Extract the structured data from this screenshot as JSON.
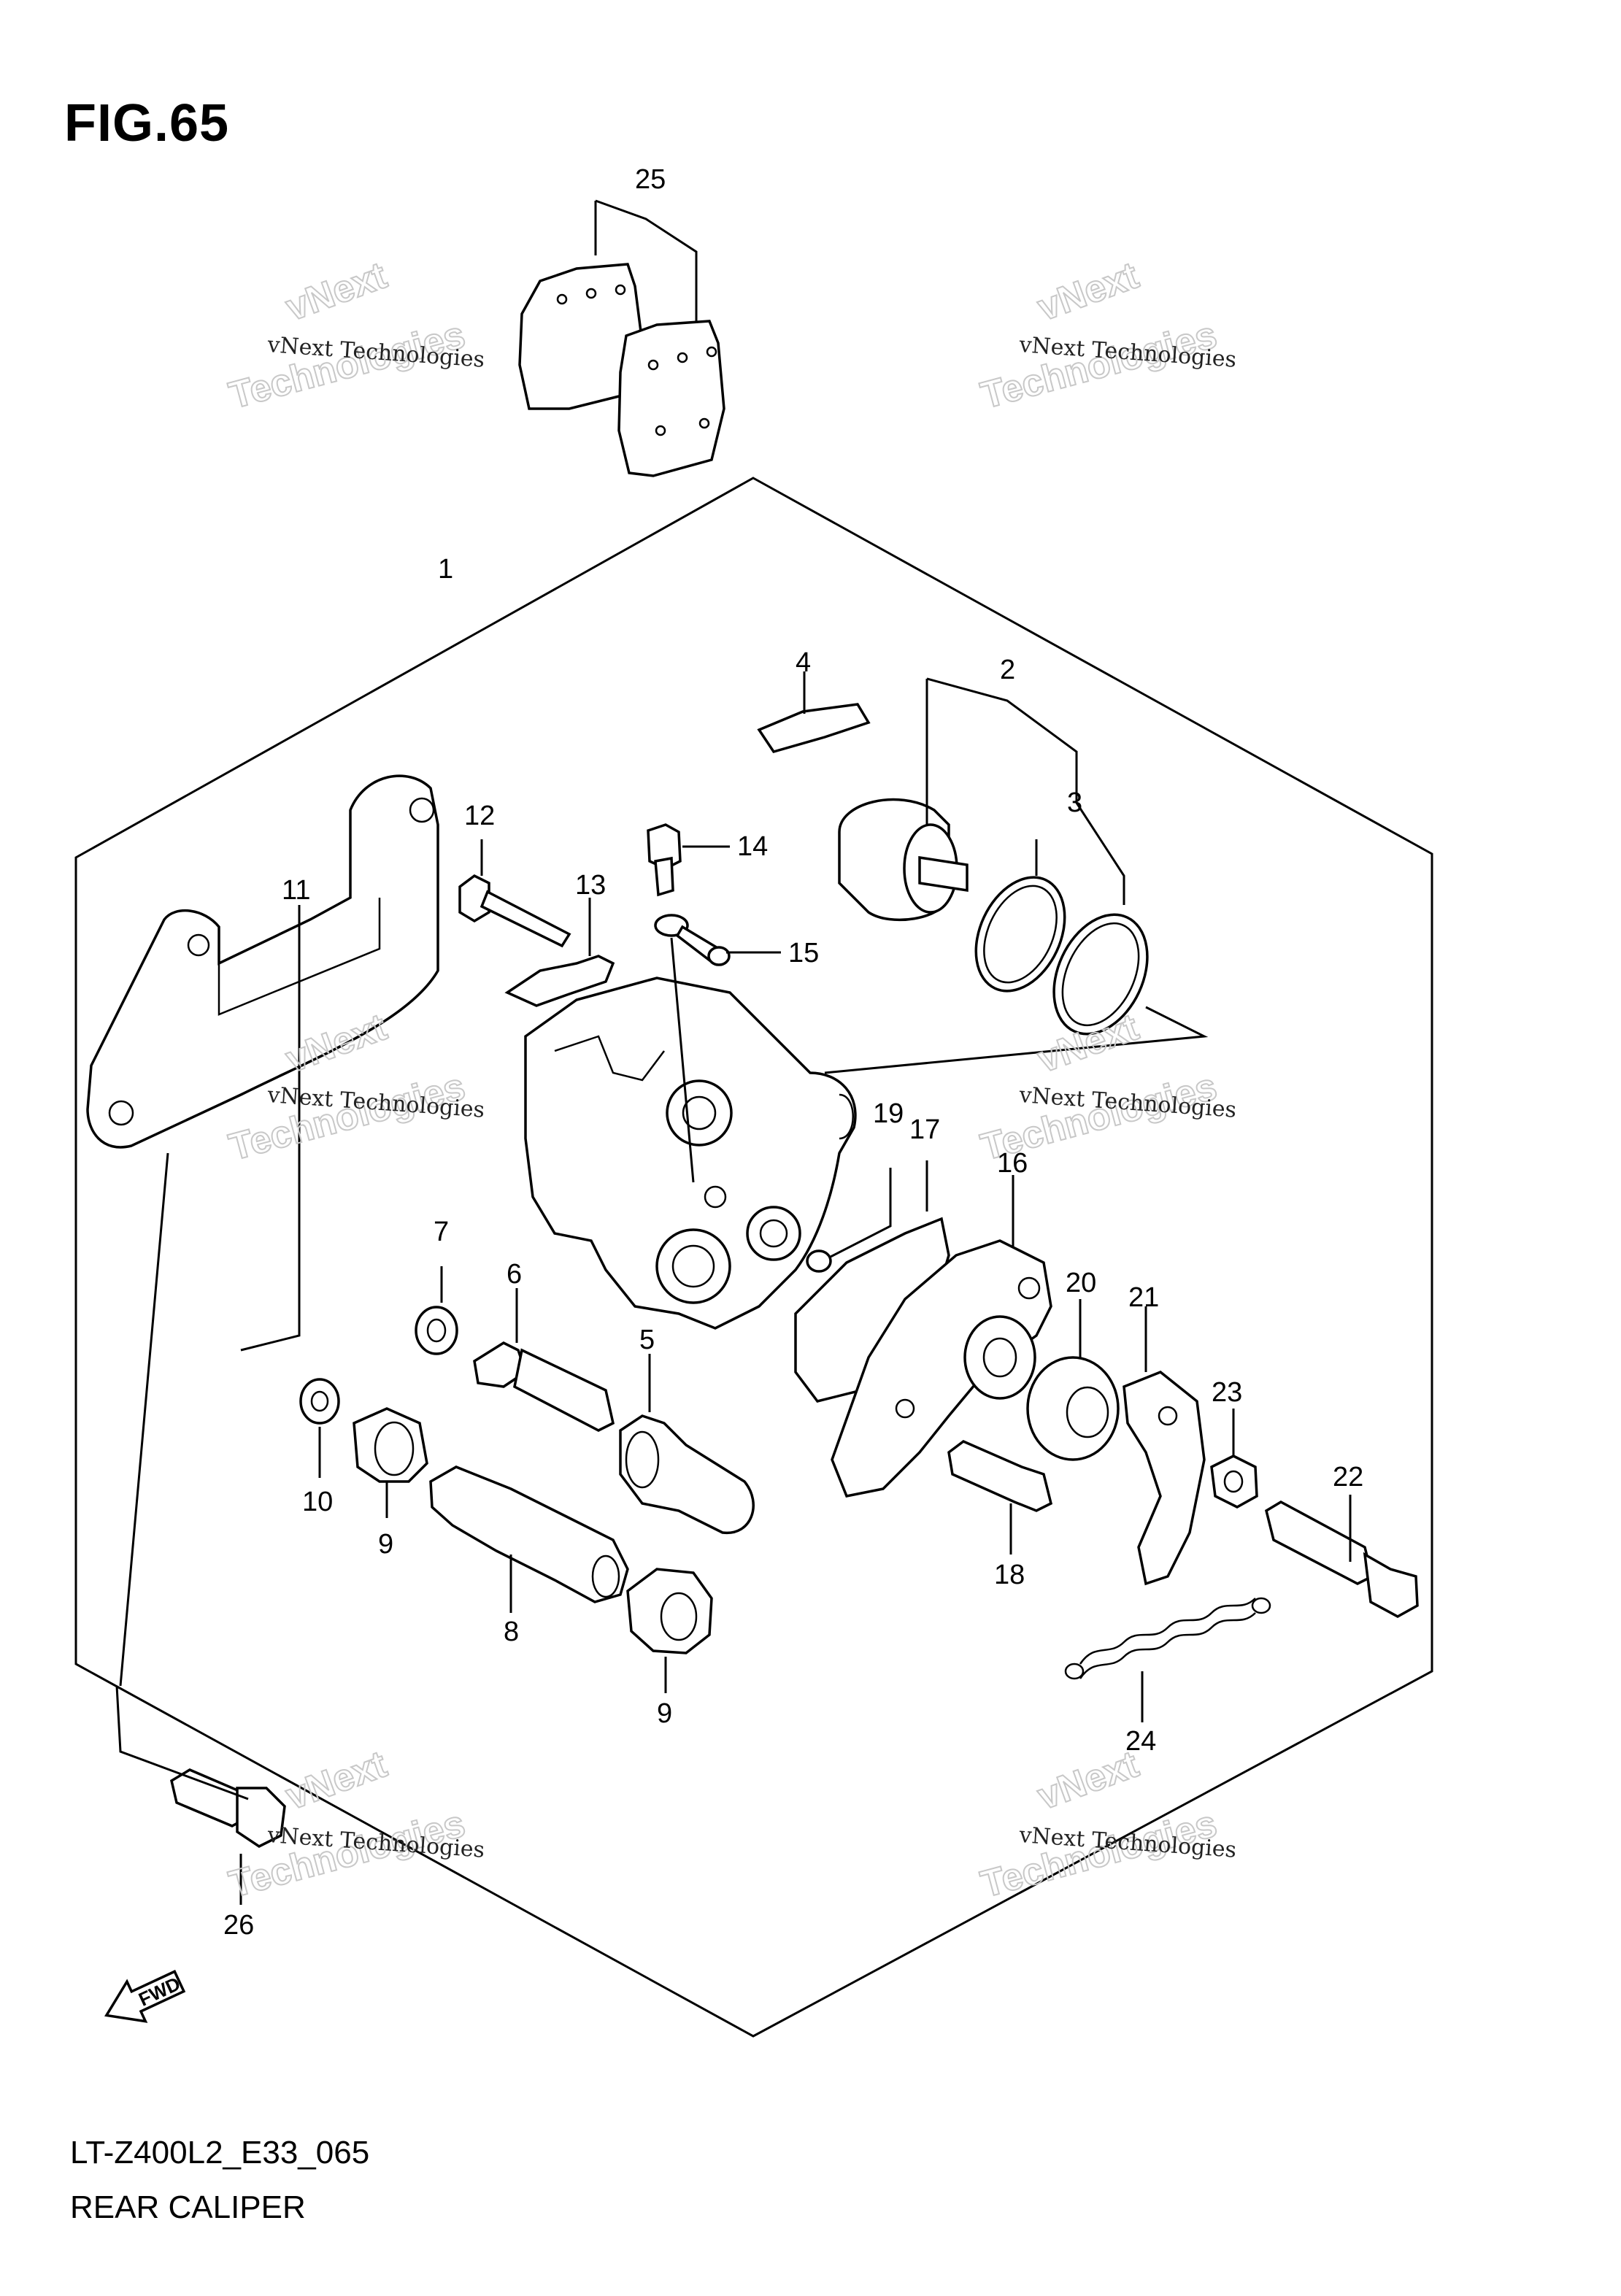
{
  "figure": {
    "title": "FIG.65",
    "model_code": "LT-Z400L2_E33_065",
    "caption": "REAR CALIPER"
  },
  "callouts": [
    "1",
    "2",
    "3",
    "4",
    "5",
    "6",
    "7",
    "8",
    "9",
    "9",
    "10",
    "11",
    "12",
    "13",
    "14",
    "15",
    "16",
    "17",
    "18",
    "19",
    "20",
    "21",
    "22",
    "23",
    "24",
    "25",
    "26"
  ],
  "watermark": {
    "line1": "vNext Technologies",
    "line2": "vNext",
    "line3": "Technologies"
  },
  "fwd_label": "FWD"
}
